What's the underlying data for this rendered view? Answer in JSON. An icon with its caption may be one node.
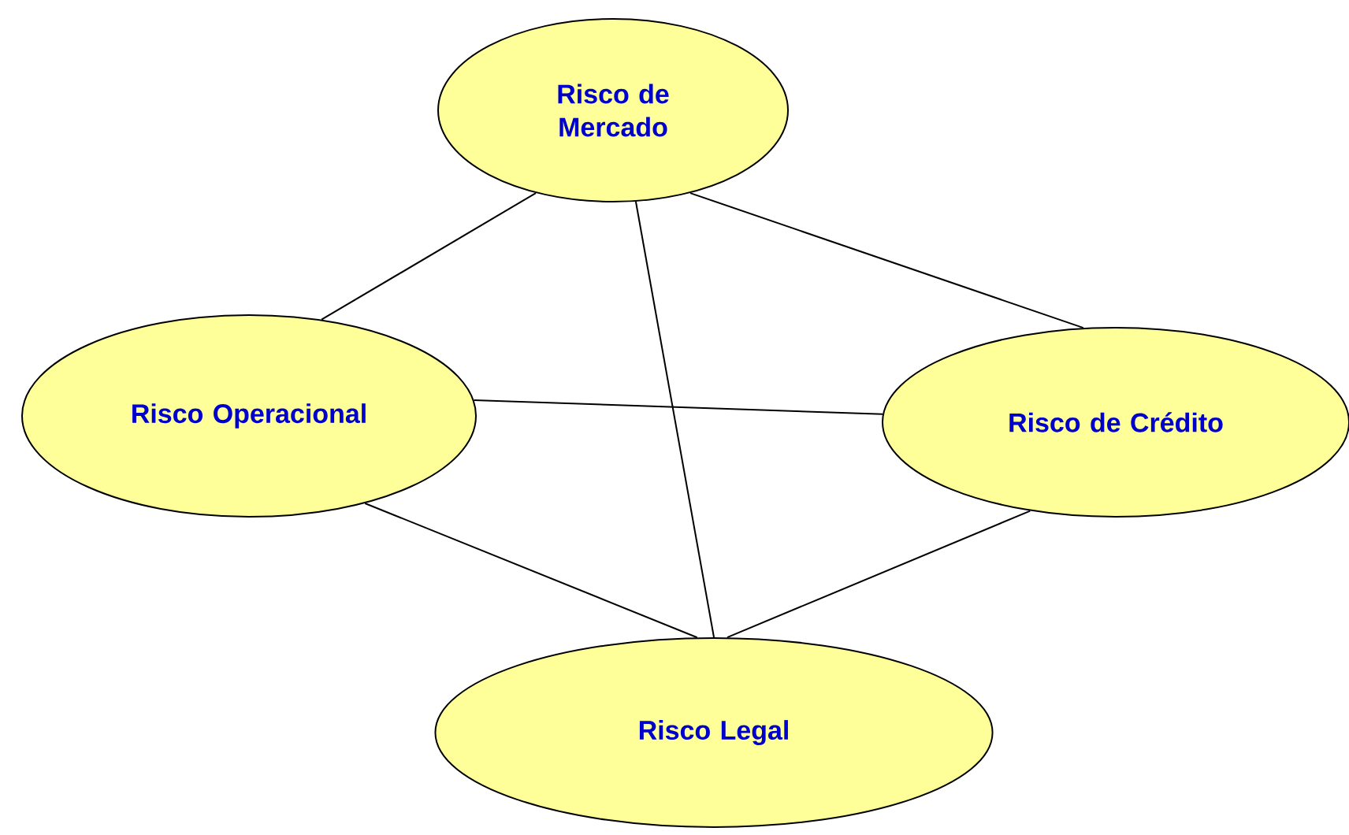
{
  "diagram": {
    "nodes": [
      {
        "text": [
          "Risco de Mercado"
        ]
      },
      {
        "text": [
          "Risco Operacional"
        ]
      },
      {
        "text": [
          "Risco de Crédito"
        ]
      },
      {
        "text": [
          "Risco Legal"
        ]
      }
    ],
    "edges": [
      {
        "from": 0,
        "to": 1,
        "arrow": "none"
      },
      {
        "from": 0,
        "to": 2,
        "arrow": "none"
      },
      {
        "from": 0,
        "to": 3,
        "arrow": "none"
      },
      {
        "from": 1,
        "to": 2,
        "arrow": "none"
      },
      {
        "from": 1,
        "to": 3,
        "arrow": "none"
      },
      {
        "from": 2,
        "to": 3,
        "arrow": "none"
      }
    ]
  }
}
